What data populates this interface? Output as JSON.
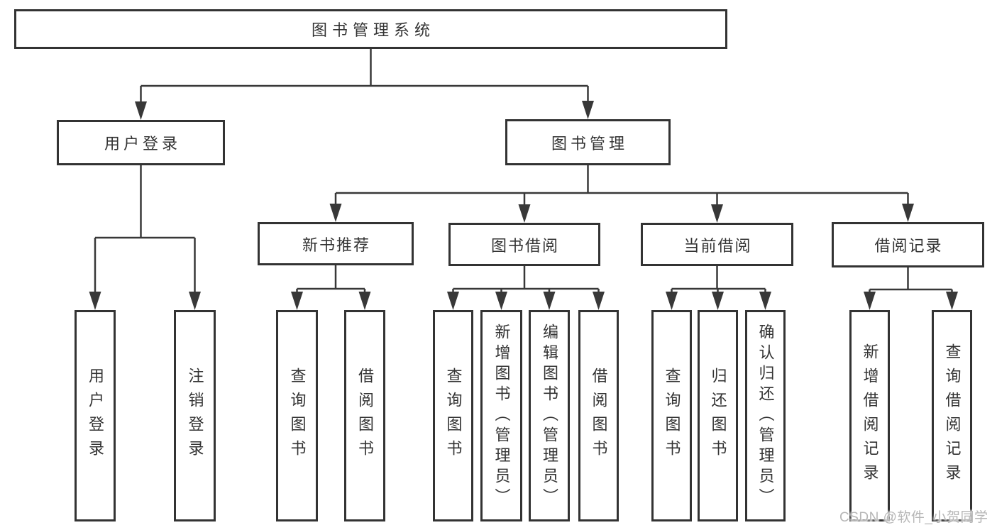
{
  "tree": {
    "root": {
      "label": "图书管理系统"
    },
    "login": {
      "label": "用户登录",
      "children": [
        {
          "label": "用户登录"
        },
        {
          "label": "注销登录"
        }
      ]
    },
    "management": {
      "label": "图书管理",
      "children": [
        {
          "label": "新书推荐",
          "children": [
            {
              "label": "查询图书"
            },
            {
              "label": "借阅图书"
            }
          ]
        },
        {
          "label": "图书借阅",
          "children": [
            {
              "label": "查询图书"
            },
            {
              "label": "新增图书（管理员）"
            },
            {
              "label": "编辑图书（管理员）"
            },
            {
              "label": "借阅图书"
            }
          ]
        },
        {
          "label": "当前借阅",
          "children": [
            {
              "label": "查询图书"
            },
            {
              "label": "归还图书"
            },
            {
              "label": "确认归还（管理员）"
            }
          ]
        },
        {
          "label": "借阅记录",
          "children": [
            {
              "label": "新增借阅记录"
            },
            {
              "label": "查询借阅记录"
            }
          ]
        }
      ]
    }
  },
  "watermark": "CSDN @软件_小贺同学",
  "colors": {
    "line": "#383838",
    "box_border": "#333333",
    "text": "#333333",
    "watermark": "#b6b6b6",
    "background": "#ffffff"
  }
}
